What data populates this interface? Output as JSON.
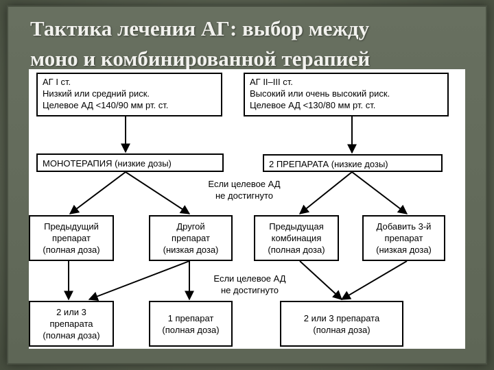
{
  "title": {
    "line1": "Тактика лечения АГ: выбор между",
    "line2": "моно и комбинированной терапией"
  },
  "boxes": {
    "ag1": [
      "АГ I ст.",
      "Низкий или средний риск.",
      "Целевое АД <140/90 мм рт. ст."
    ],
    "ag23": [
      "АГ II–III ст.",
      "Высокий или очень высокий риск.",
      "Целевое АД <130/80 мм рт. ст."
    ],
    "mono": [
      "МОНОТЕРАПИЯ (низкие дозы)"
    ],
    "two_drugs": [
      "2 ПРЕПАРАТА (низкие дозы)"
    ],
    "prev_drug": [
      "Предыдущий",
      "препарат",
      "(полная доза)"
    ],
    "other_drug": [
      "Другой",
      "препарат",
      "(низкая доза)"
    ],
    "prev_combo": [
      "Предыдущая",
      "комбинация",
      "(полная доза)"
    ],
    "add_third": [
      "Добавить 3-й",
      "препарат",
      "(низкая доза)"
    ],
    "two_three_full": [
      "2 или 3",
      "препарата",
      "(полная доза)"
    ],
    "one_full": [
      "1 препарат",
      "(полная доза)"
    ],
    "two_three_full_right": [
      "2 или 3 препарата",
      "(полная доза)"
    ]
  },
  "notes": {
    "not_reached_1": [
      "Если целевое АД",
      "не достигнуто"
    ],
    "not_reached_2": [
      "Если целевое АД",
      "не достигнуто"
    ]
  }
}
